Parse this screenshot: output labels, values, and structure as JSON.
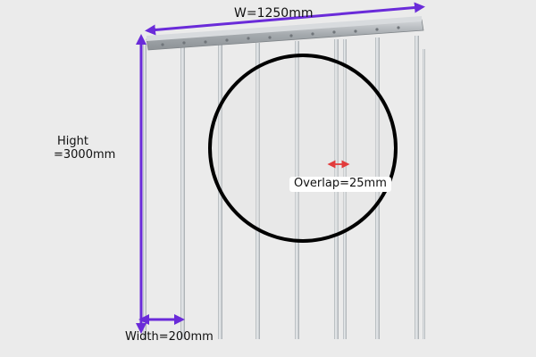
{
  "diagram": {
    "overall_width_label": "W=1250mm",
    "height_label_line1": "Hight",
    "height_label_line2": "=3000mm",
    "strip_width_label": "Width=200mm",
    "overlap_label": "Overlap=25mm"
  },
  "colors": {
    "dimension_arrow": "#6a2bd9",
    "overlap_arrow": "#e23b3b",
    "magnifier_circle": "#000000",
    "strip": "#cfd3d6",
    "rail": "#b9bdc1",
    "background": "#ebebeb"
  }
}
